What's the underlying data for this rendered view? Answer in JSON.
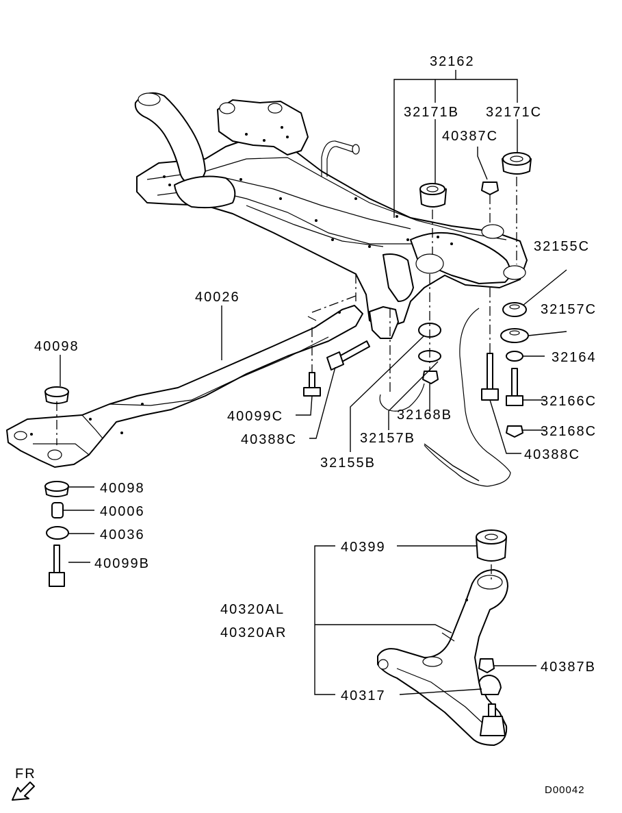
{
  "labels": {
    "p32162": "32162",
    "p32171B": "32171B",
    "p32171C": "32171C",
    "p40387C": "40387C",
    "p32155C": "32155C",
    "p32157C": "32157C",
    "p32164": "32164",
    "p32166C": "32166C",
    "p32168C": "32168C",
    "p40388C_r": "40388C",
    "p40026": "40026",
    "p40098_top": "40098",
    "p40099C": "40099C",
    "p40388C_l": "40388C",
    "p32168B": "32168B",
    "p32157B": "32157B",
    "p32155B": "32155B",
    "p40098_low": "40098",
    "p40006": "40006",
    "p40036": "40036",
    "p40099B": "40099B",
    "p40399": "40399",
    "p40320AL": "40320AL",
    "p40320AR": "40320AR",
    "p40387B": "40387B",
    "p40317": "40317"
  },
  "direction": {
    "label": "FR",
    "icon": "front-direction-arrow-icon"
  },
  "diagram_code": "D00042",
  "colors": {
    "line": "#000000",
    "background": "#ffffff"
  }
}
